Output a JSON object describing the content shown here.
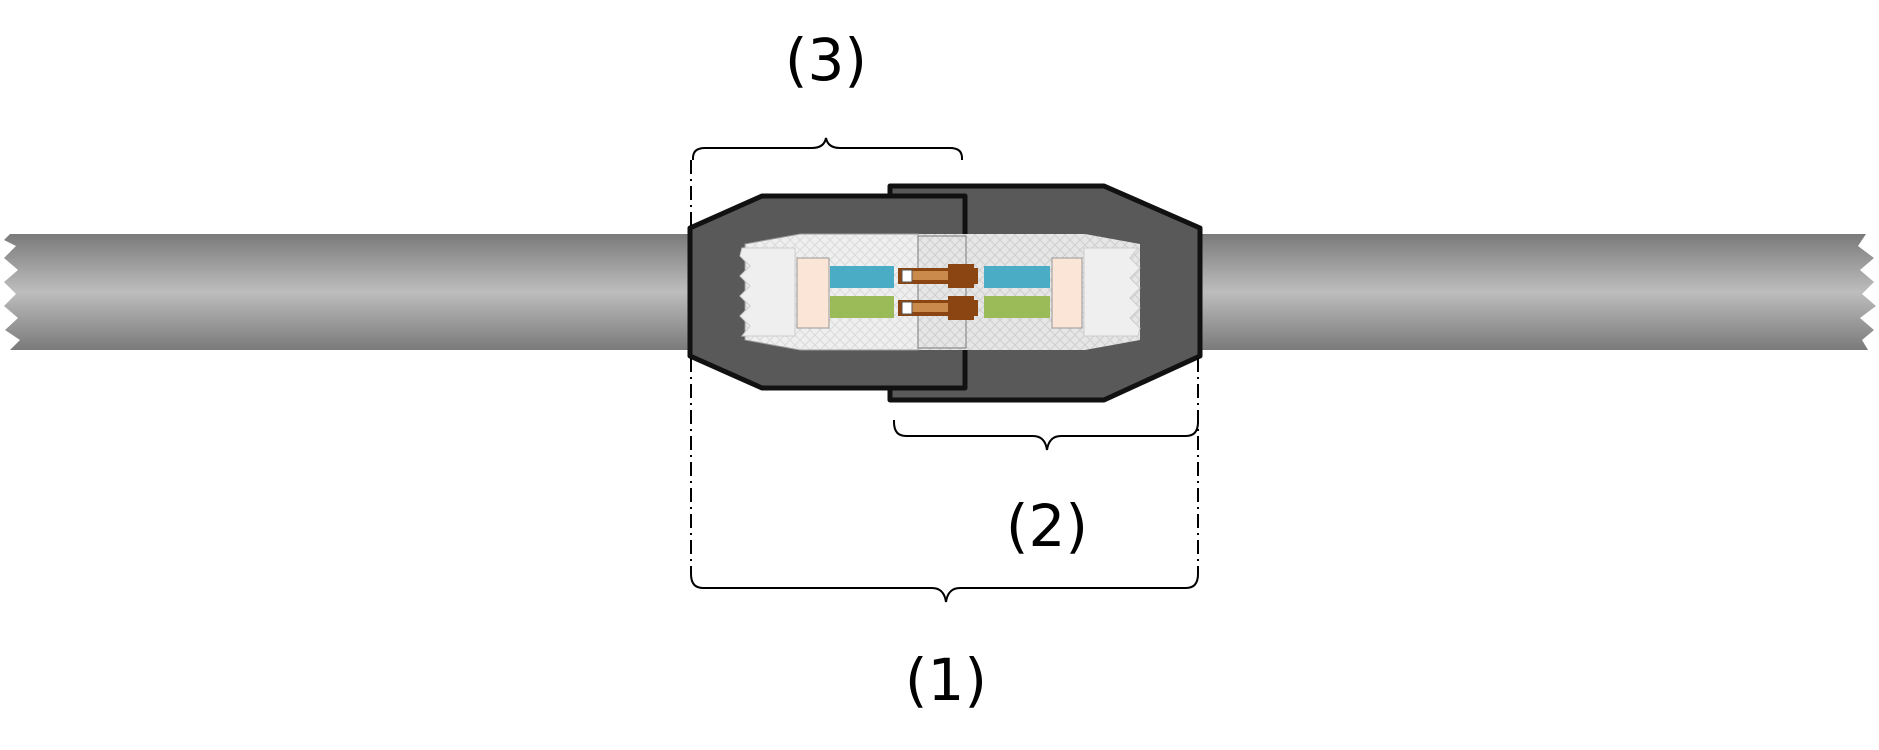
{
  "labels": {
    "one": "(1)",
    "two": "(2)",
    "three": "(3)"
  },
  "colors": {
    "cable": "#9a9a9a",
    "housing": "#595959",
    "outline": "#111111",
    "insulation": "#efefef",
    "inner_body": "#e3e3e3",
    "seal": "#fbe5d6",
    "wire_blue": "#4bacc6",
    "wire_green": "#9bbb59",
    "contact": "#8b4513"
  }
}
